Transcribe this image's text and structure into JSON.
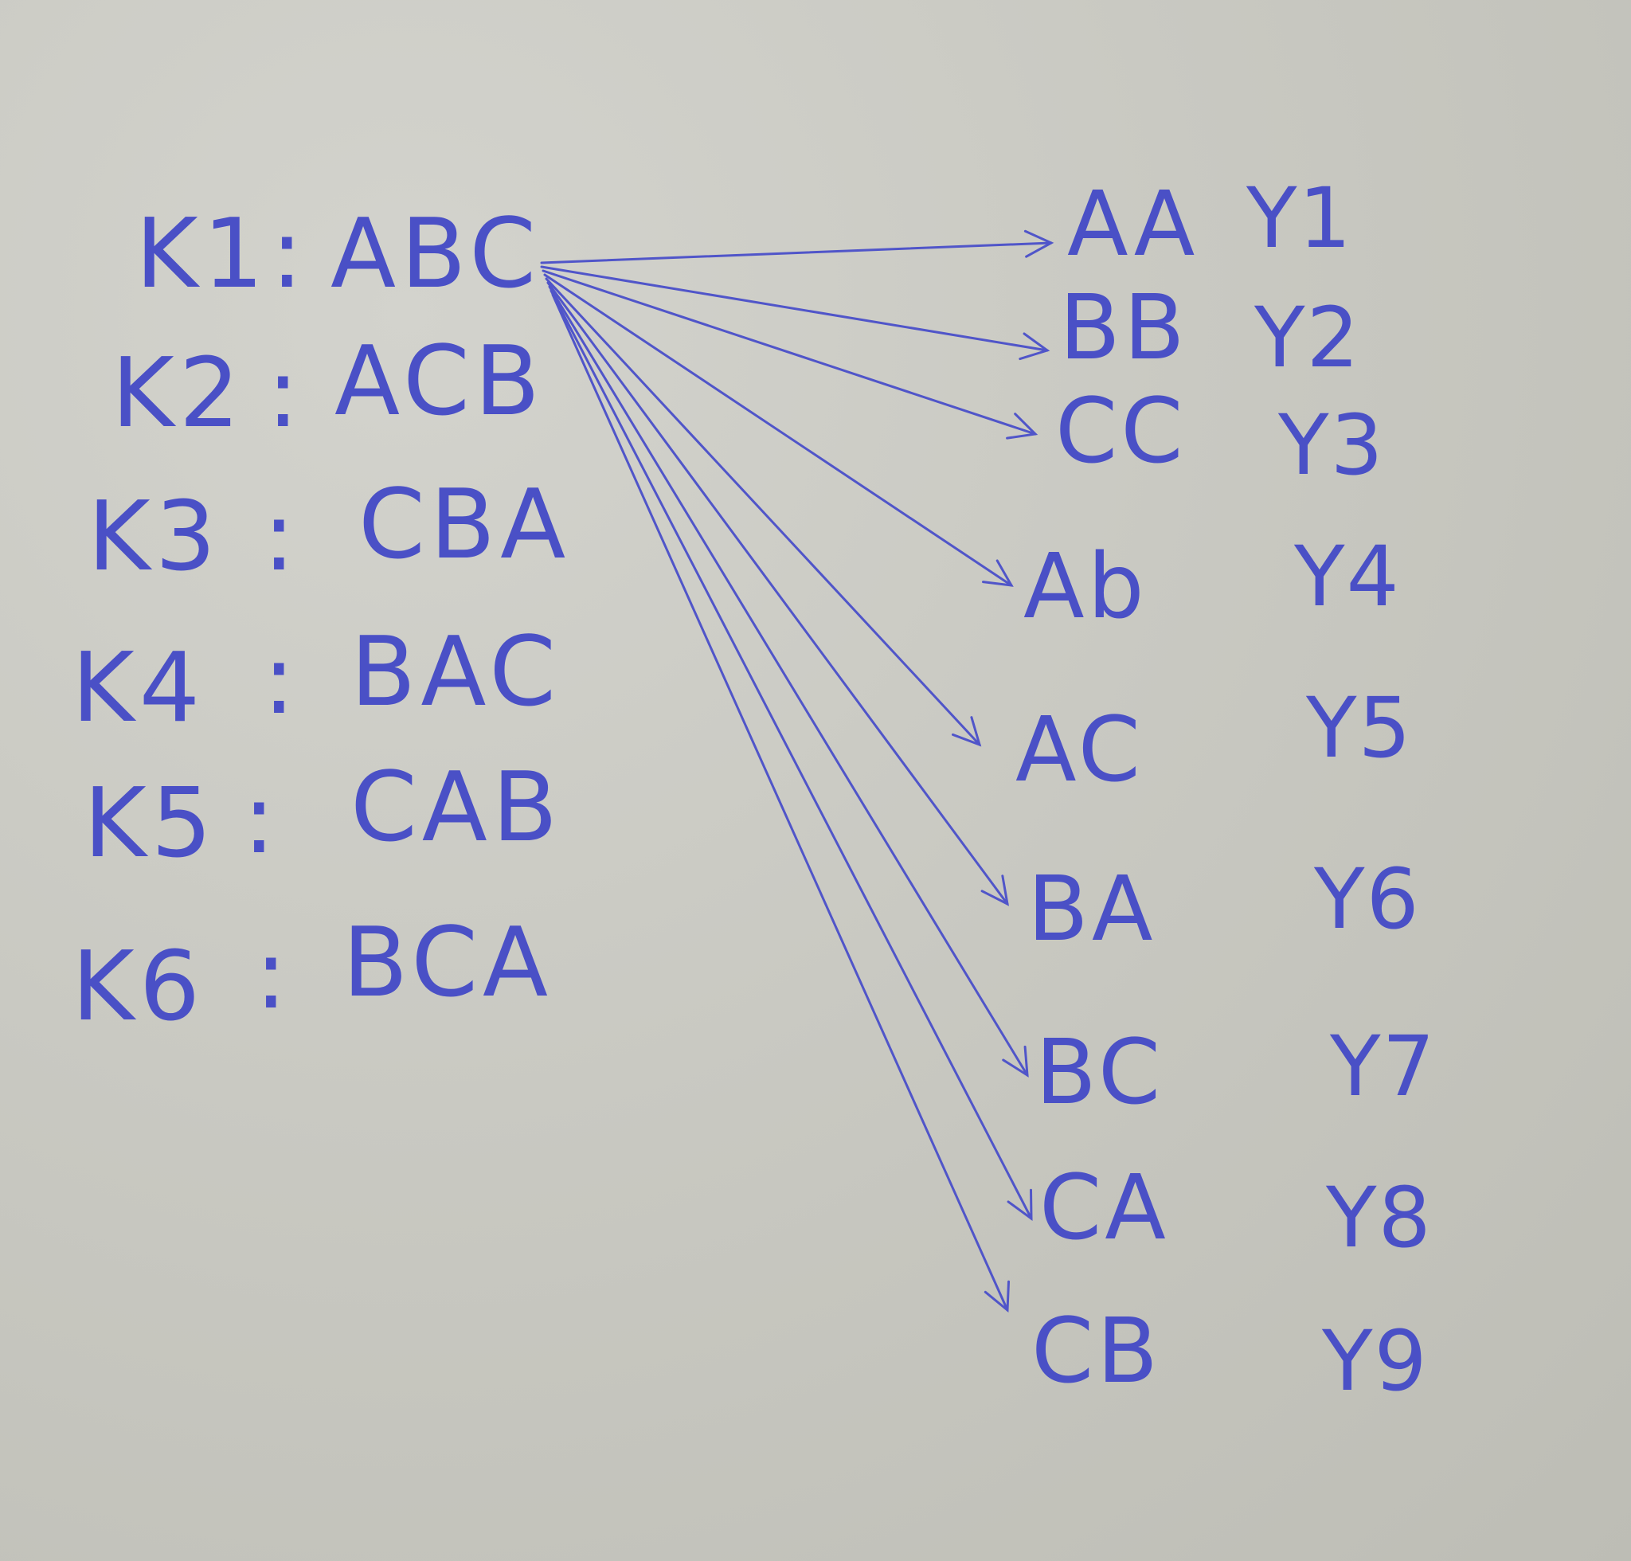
{
  "diagram": {
    "keys": [
      {
        "key": "K1",
        "sep": ":",
        "perm": "ABC"
      },
      {
        "key": "K2",
        "sep": ":",
        "perm": "ACB"
      },
      {
        "key": "K3",
        "sep": ":",
        "perm": "CBA"
      },
      {
        "key": "K4",
        "sep": ":",
        "perm": "BAC"
      },
      {
        "key": "K5",
        "sep": ":",
        "perm": "CAB"
      },
      {
        "key": "K6",
        "sep": ":",
        "perm": "BCA"
      }
    ],
    "targets": [
      {
        "pair": "AA",
        "y": "Y1"
      },
      {
        "pair": "BB",
        "y": "Y2"
      },
      {
        "pair": "CC",
        "y": "Y3"
      },
      {
        "pair": "Ab",
        "y": "Y4"
      },
      {
        "pair": "AC",
        "y": "Y5"
      },
      {
        "pair": "BA",
        "y": "Y6"
      },
      {
        "pair": "BC",
        "y": "Y7"
      },
      {
        "pair": "CA",
        "y": "Y8"
      },
      {
        "pair": "CB",
        "y": "Y9"
      }
    ],
    "arrows_from": "ABC",
    "ink_color": "#4a50c6",
    "paper_color": "#c9c9c2"
  }
}
